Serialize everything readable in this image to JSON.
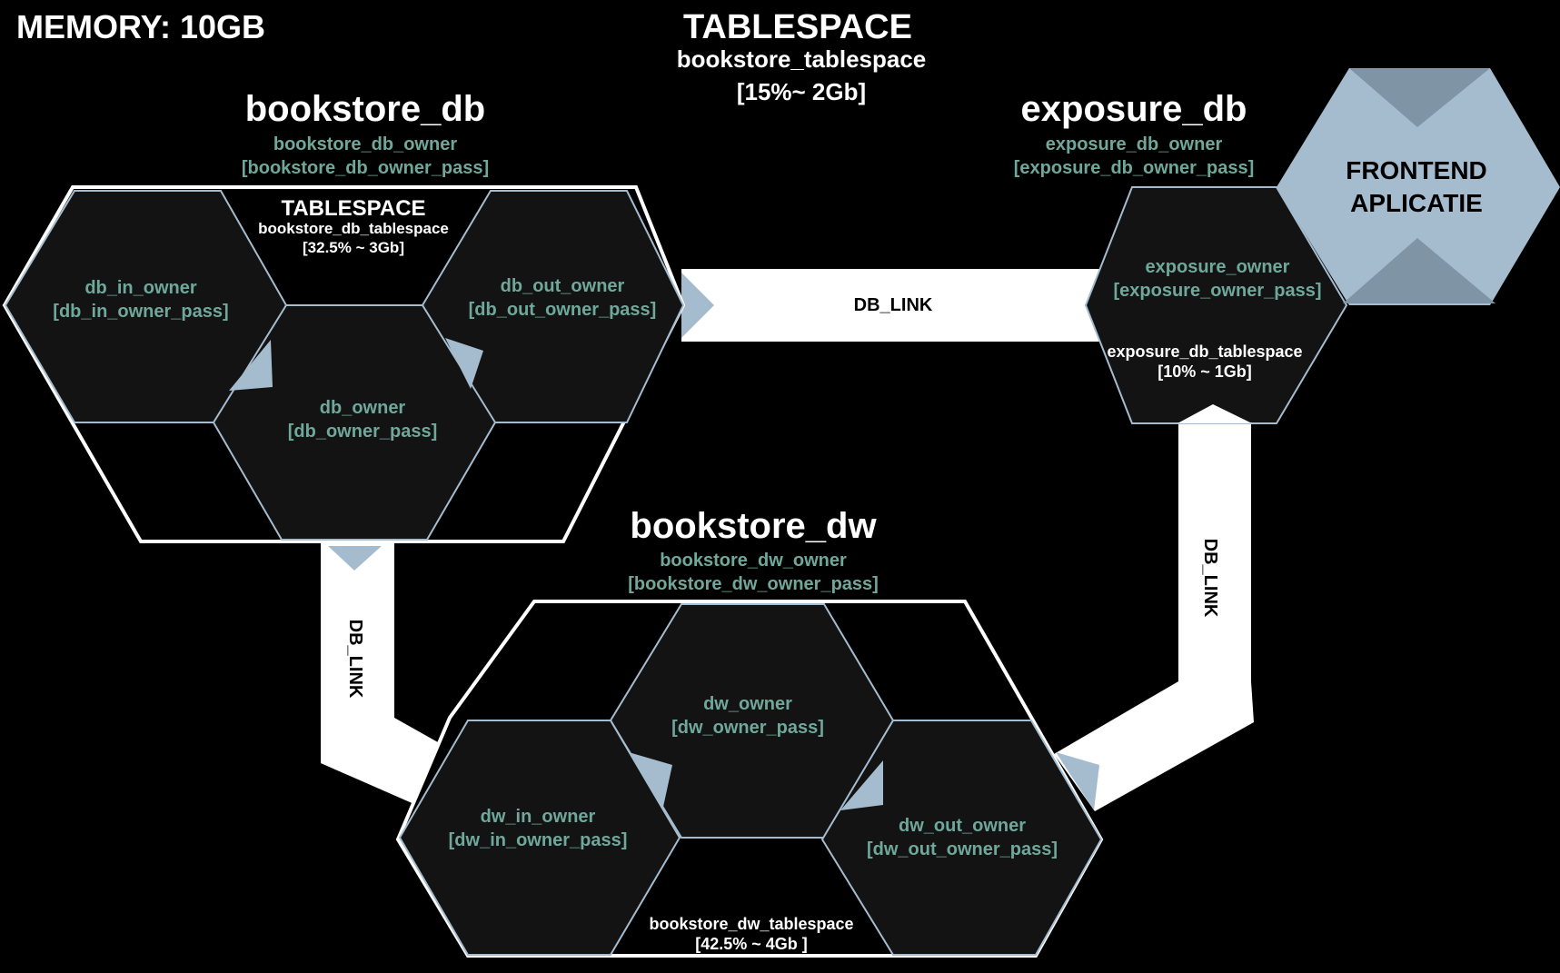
{
  "memory_label": "MEMORY: 10GB",
  "tablespace": {
    "title": "TABLESPACE",
    "name": "bookstore_tablespace",
    "size": "[15%~ 2Gb]"
  },
  "bookstore_db": {
    "title": "bookstore_db",
    "owner": "bookstore_db_owner",
    "owner_pass": "[bookstore_db_owner_pass]",
    "tablespace_title": "TABLESPACE",
    "tablespace_name": "bookstore_db_tablespace",
    "tablespace_size": "[32.5% ~ 3Gb]",
    "schemas": [
      {
        "name": "db_in_owner",
        "pass": "[db_in_owner_pass]"
      },
      {
        "name": "db_out_owner",
        "pass": "[db_out_owner_pass]"
      },
      {
        "name": "db_owner",
        "pass": "[db_owner_pass]"
      }
    ]
  },
  "exposure_db": {
    "title": "exposure_db",
    "owner": "exposure_db_owner",
    "owner_pass": "[exposure_db_owner_pass]",
    "schema_name": "exposure_owner",
    "schema_pass": "[exposure_owner_pass]",
    "tablespace_name": "exposure_db_tablespace",
    "tablespace_size": "[10% ~ 1Gb]"
  },
  "frontend": {
    "line1": "FRONTEND",
    "line2": "APLICATIE"
  },
  "bookstore_dw": {
    "title": "bookstore_dw",
    "owner": "bookstore_dw_owner",
    "owner_pass": "[bookstore_dw_owner_pass]",
    "tablespace_name": "bookstore_dw_tablespace",
    "tablespace_size": "[42.5% ~ 4Gb ]",
    "schemas": [
      {
        "name": "dw_owner",
        "pass": "[dw_owner_pass]"
      },
      {
        "name": "dw_in_owner",
        "pass": "[dw_in_owner_pass]"
      },
      {
        "name": "dw_out_owner",
        "pass": "[dw_out_owner_pass]"
      }
    ]
  },
  "links": {
    "db_to_exposure": "DB_LINK",
    "db_to_dw": "DB_LINK",
    "exposure_to_dw": "DB_LINK"
  },
  "colors": {
    "background": "#000000",
    "hex_fill": "#131313",
    "hex_stroke": "#a5bccf",
    "accent_blue": "#a5bccf",
    "schema_text": "#6fa89a",
    "frontend_fill": "#a5bccf",
    "frontend_inner": "#7f94a4"
  }
}
